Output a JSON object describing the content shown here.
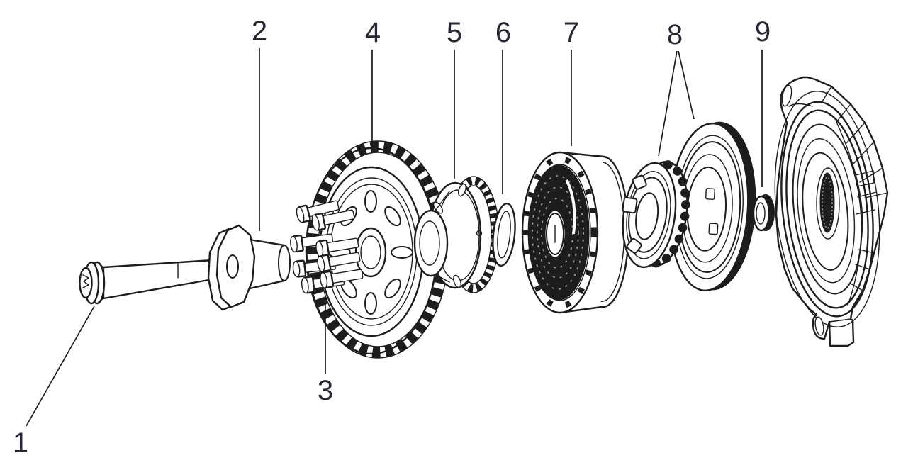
{
  "figure": {
    "background_color": "#ffffff",
    "line_color": "#1d1d1d",
    "label_color": "#252833"
  },
  "callouts": {
    "items": [
      {
        "text": "1",
        "part": "flange-bolt"
      },
      {
        "text": "2",
        "part": "spacer-collar"
      },
      {
        "text": "3",
        "part": "socket-bolt-set"
      },
      {
        "text": "4",
        "part": "driven-gear"
      },
      {
        "text": "5",
        "part": "clutch-hub-gear"
      },
      {
        "text": "6",
        "part": "washer-ring"
      },
      {
        "text": "7",
        "part": "clutch-drum"
      },
      {
        "text": "8",
        "part": "bearing-and-rotor-ring"
      },
      {
        "text": "9",
        "part": "bushing"
      }
    ]
  }
}
